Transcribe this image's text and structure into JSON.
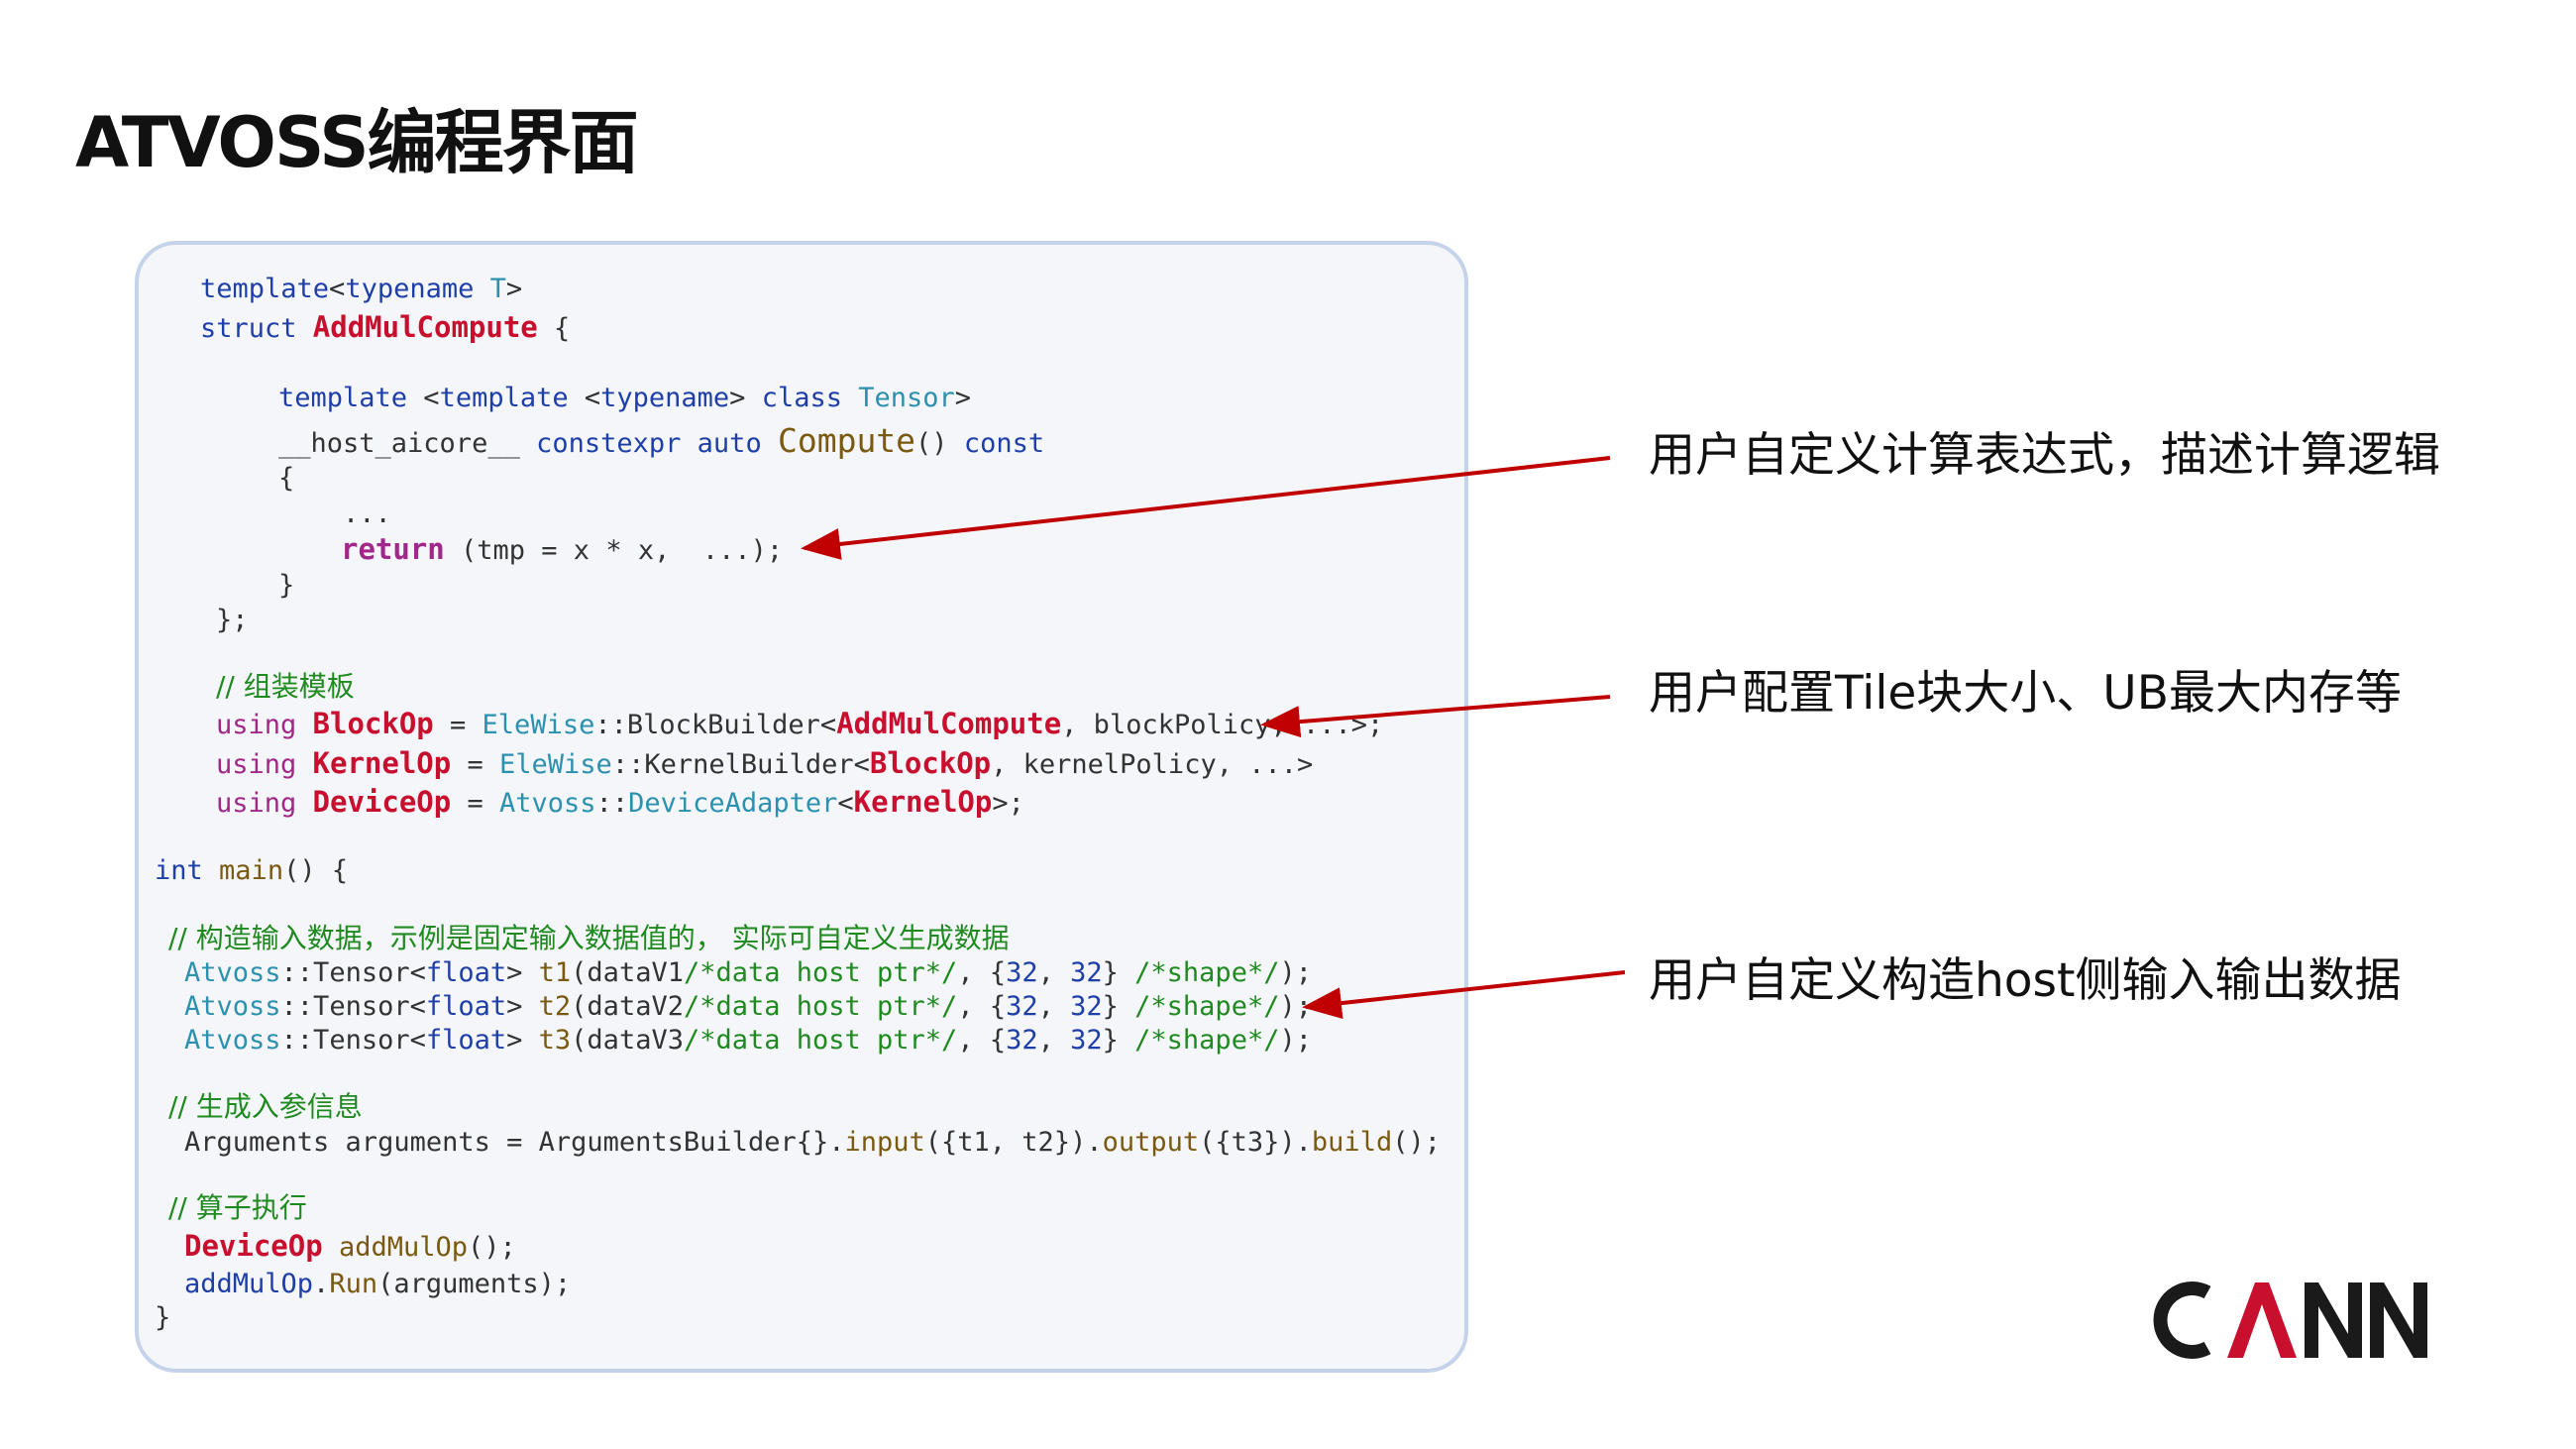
{
  "title": "ATVOSS编程界面",
  "code": {
    "l1": {
      "a": "template",
      "b": "<",
      "c": "typename",
      "d": " T",
      "e": ">"
    },
    "l2": {
      "a": "struct ",
      "b": "AddMulCompute",
      "c": " {"
    },
    "l3": {
      "a": "template",
      "b": " <",
      "c": "template",
      "d": " <",
      "e": "typename",
      "f": "> ",
      "g": "class",
      "h": " Tensor",
      "i": ">"
    },
    "l4": {
      "a": "__host_aicore__ ",
      "b": "constexpr",
      "c": " ",
      "d": "auto",
      "e": " ",
      "f": "Compute",
      "g": "() ",
      "h": "const"
    },
    "l5": "{",
    "l6": "...",
    "l7": {
      "a": "return",
      "b": " (tmp = x * x,  ...);"
    },
    "l8": "}",
    "l9": "};",
    "l10": "// 组装模板",
    "l11": {
      "a": "using ",
      "b": "BlockOp",
      "c": " = ",
      "d": "EleWise",
      "e": "::BlockBuilder<",
      "f": "AddMulCompute",
      "g": ", blockPolicy, ...>;"
    },
    "l12": {
      "a": "using ",
      "b": "KernelOp",
      "c": " = ",
      "d": "EleWise",
      "e": "::KernelBuilder<",
      "f": "BlockOp",
      "g": ", kernelPolicy, ...>"
    },
    "l13": {
      "a": "using ",
      "b": "DeviceOp",
      "c": " = ",
      "d": "Atvoss",
      "e": "::",
      "f": "DeviceAdapter",
      "g": "<",
      "h": "KernelOp",
      "i": ">;"
    },
    "l14": {
      "a": "int",
      "b": " ",
      "c": "main",
      "d": "() {"
    },
    "l15": "// 构造输入数据，示例是固定输入数据值的， 实际可自定义生成数据",
    "tensors": [
      {
        "a": "Atvoss",
        "b": "::Tensor<",
        "c": "float",
        "d": "> ",
        "e": "t1",
        "f": "(dataV1",
        "g": "/*data host ptr*/",
        "h": ", {",
        "i": "32",
        "j": ", ",
        "k": "32",
        "l": "} ",
        "m": "/*shape*/",
        "n": ");"
      },
      {
        "a": "Atvoss",
        "b": "::Tensor<",
        "c": "float",
        "d": "> ",
        "e": "t2",
        "f": "(dataV2",
        "g": "/*data host ptr*/",
        "h": ", {",
        "i": "32",
        "j": ", ",
        "k": "32",
        "l": "} ",
        "m": "/*shape*/",
        "n": ");"
      },
      {
        "a": "Atvoss",
        "b": "::Tensor<",
        "c": "float",
        "d": "> ",
        "e": "t3",
        "f": "(dataV3",
        "g": "/*data host ptr*/",
        "h": ", {",
        "i": "32",
        "j": ", ",
        "k": "32",
        "l": "} ",
        "m": "/*shape*/",
        "n": ");"
      }
    ],
    "l19": "// 生成入参信息",
    "l20": {
      "a": "Arguments arguments = ArgumentsBuilder{}.",
      "b": "input",
      "c": "({t1, t2}).",
      "d": "output",
      "e": "({t3}).",
      "f": "build",
      "g": "();"
    },
    "l21": "// 算子执行",
    "l22": {
      "a": "DeviceOp",
      "b": " ",
      "c": "addMulOp",
      "d": "();"
    },
    "l23": {
      "a": "addMulOp",
      "b": ".",
      "c": "Run",
      "d": "(arguments);"
    },
    "l24": "}"
  },
  "annotations": [
    "用户自定义计算表达式，描述计算逻辑",
    "用户配置Tile块大小、UB最大内存等",
    "用户自定义构造host侧输入输出数据"
  ],
  "logo": {
    "text": "CANN",
    "color": "#c8102e",
    "dark": "#1a1a1a"
  },
  "arrow_color": "#c00000"
}
